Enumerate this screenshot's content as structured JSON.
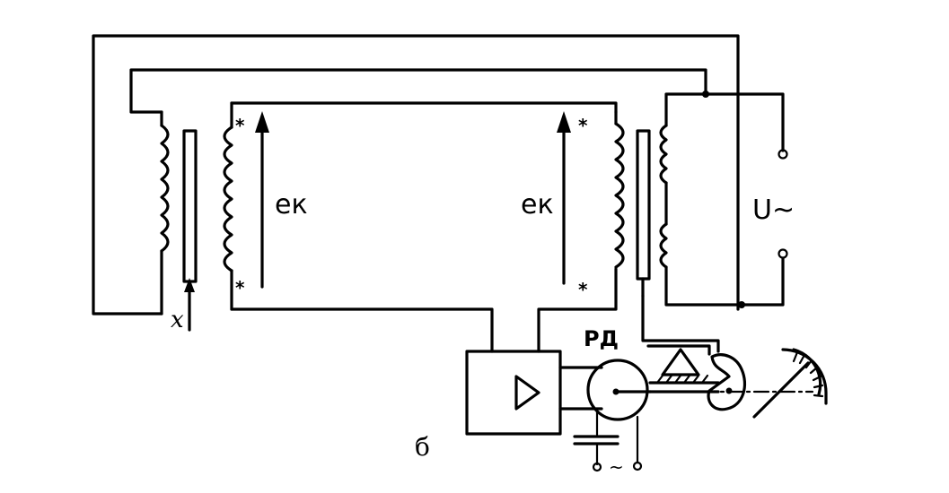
{
  "diagram": {
    "labels": {
      "emf_left": "eк",
      "emf_right": "eк",
      "voltage": "U~",
      "motor": "РД",
      "displacement": "x",
      "sub_caption": "б",
      "supply": "~"
    }
  }
}
